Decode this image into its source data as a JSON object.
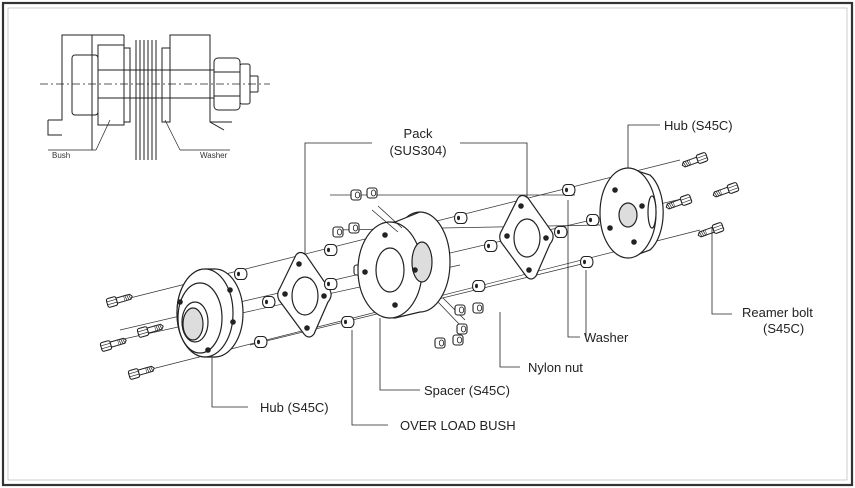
{
  "inset": {
    "bush_label": "Bush",
    "washer_label": "Washer"
  },
  "labels": {
    "pack_line1": "Pack",
    "pack_line2": "(SUS304)",
    "hub_top": "Hub (S45C)",
    "reamer_line1": "Reamer bolt",
    "reamer_line2": "(S45C)",
    "washer": "Washer",
    "nylon_nut": "Nylon nut",
    "spacer": "Spacer (S45C)",
    "hub_bottom": "Hub (S45C)",
    "overload_bush": "OVER LOAD BUSH"
  },
  "colors": {
    "ink": "#222222",
    "frame": "#333333",
    "paper": "#ffffff",
    "shade": "#dddddd"
  }
}
